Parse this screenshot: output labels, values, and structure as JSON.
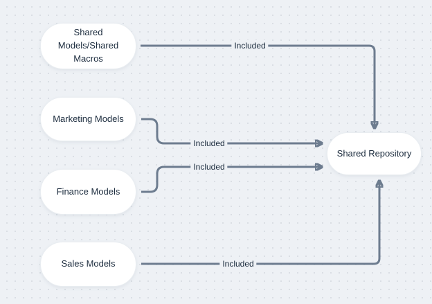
{
  "diagram": {
    "nodes": [
      {
        "id": "shared-models-shared-macros",
        "label": "Shared Models/Shared Macros"
      },
      {
        "id": "marketing-models",
        "label": "Marketing Models"
      },
      {
        "id": "finance-models",
        "label": "Finance Models"
      },
      {
        "id": "sales-models",
        "label": "Sales Models"
      },
      {
        "id": "shared-repository",
        "label": "Shared Repository"
      }
    ],
    "edges": [
      {
        "from": "shared-models-shared-macros",
        "to": "shared-repository",
        "label": "Included"
      },
      {
        "from": "marketing-models",
        "to": "shared-repository",
        "label": "Included"
      },
      {
        "from": "finance-models",
        "to": "shared-repository",
        "label": "Included"
      },
      {
        "from": "sales-models",
        "to": "shared-repository",
        "label": "Included"
      }
    ],
    "colors": {
      "background": "#eef1f5",
      "dot_grid": "#d8dde3",
      "node_fill": "#ffffff",
      "node_border": "#e9edf1",
      "edge": "#6d7c8f",
      "text": "#1b2b3d"
    }
  }
}
